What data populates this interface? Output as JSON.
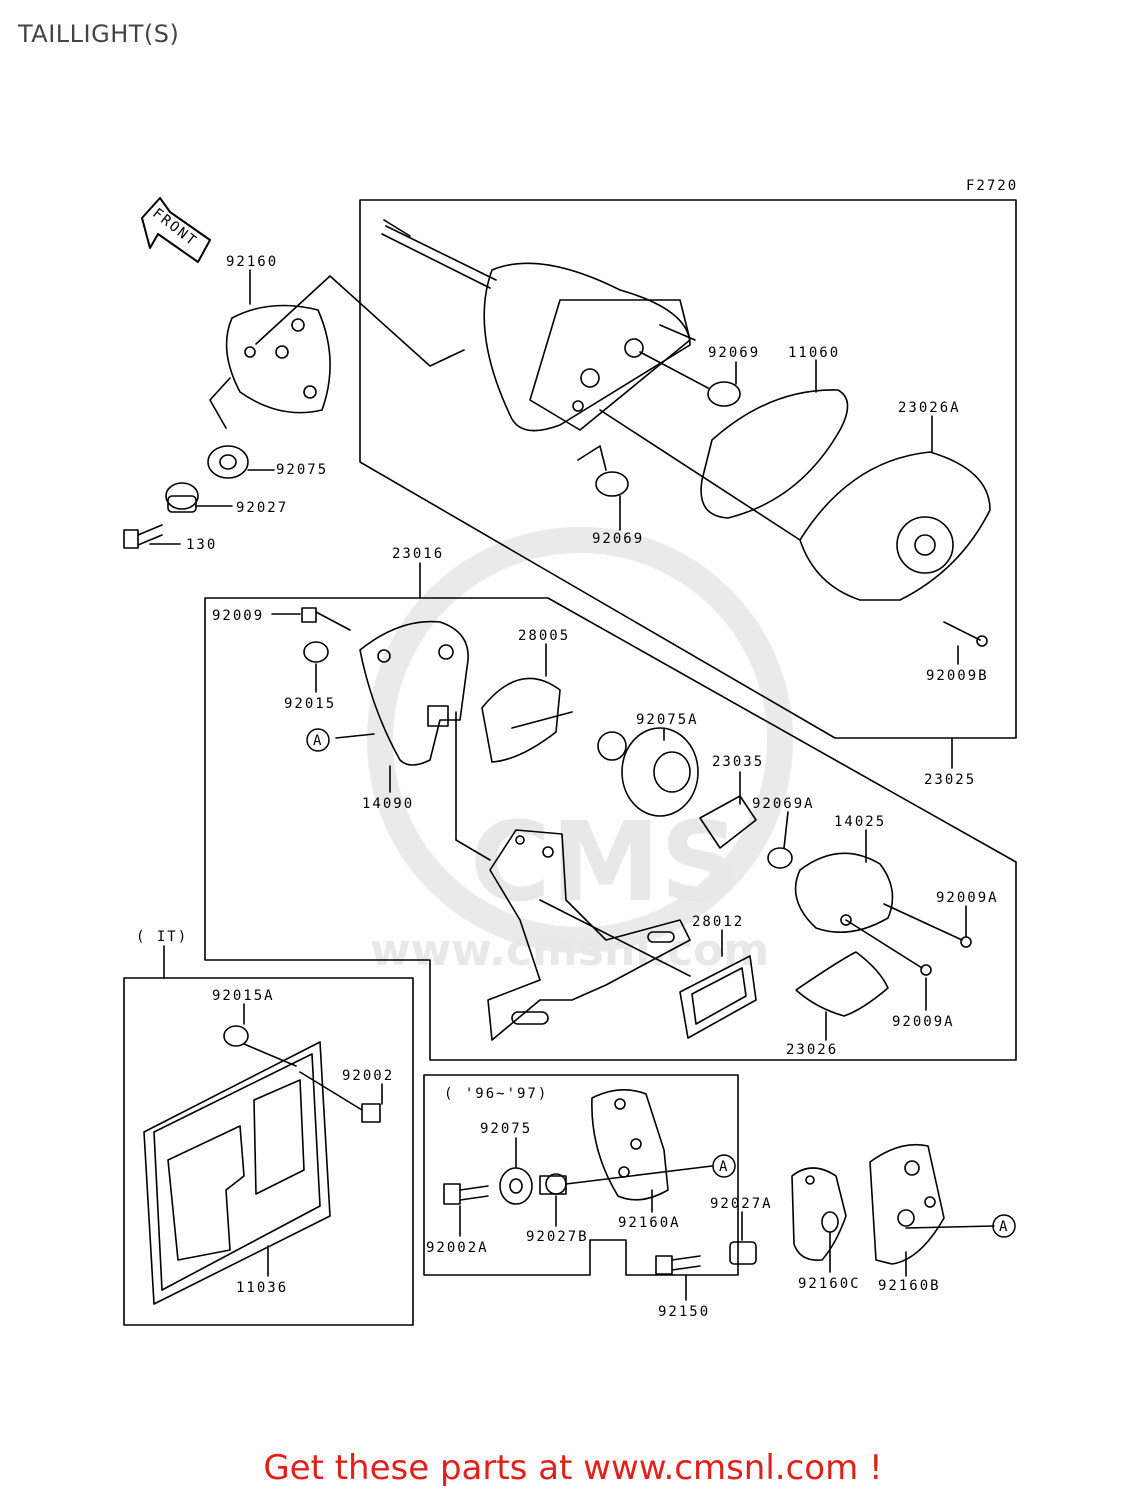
{
  "title": "TAILLIGHT(S)",
  "figure_code": "F2720",
  "front_label": "FRONT",
  "watermark": {
    "brand": "CMS",
    "url": "www.cmsnl.com"
  },
  "region_labels": {
    "it": "( IT)",
    "years": "( '96~'97)"
  },
  "ref_marker": "A",
  "parts": [
    "92160",
    "92075",
    "92027",
    "130",
    "92069",
    "11060",
    "23026A",
    "92069",
    "92009B",
    "23025",
    "23016",
    "92009",
    "92015",
    "14090",
    "28005",
    "92075A",
    "23035",
    "92069A",
    "14025",
    "92009A",
    "92009A",
    "28012",
    "23026",
    "92015A",
    "92002",
    "11036",
    "92075",
    "92027B",
    "92002A",
    "92160A",
    "92027A",
    "92150",
    "92160C",
    "92160B"
  ],
  "footer": "Get these parts at www.cmsnl.com !"
}
